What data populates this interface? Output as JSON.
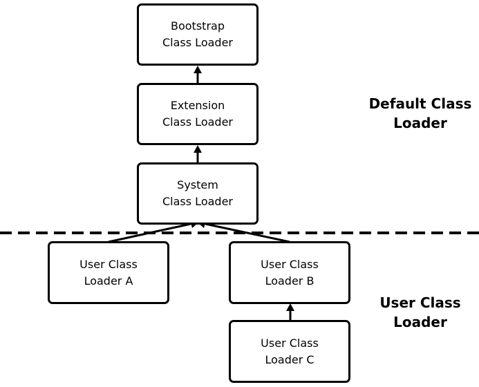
{
  "diagram": {
    "boxes": {
      "bootstrap": {
        "line1": "Bootstrap",
        "line2": "Class Loader"
      },
      "extension": {
        "line1": "Extension",
        "line2": "Class Loader"
      },
      "system": {
        "line1": "System",
        "line2": "Class Loader"
      },
      "user_a": {
        "line1": "User Class",
        "line2": "Loader A"
      },
      "user_b": {
        "line1": "User Class",
        "line2": "Loader B"
      },
      "user_c": {
        "line1": "User Class",
        "line2": "Loader C"
      }
    },
    "groups": {
      "default": {
        "line1": "Default Class",
        "line2": "Loader"
      },
      "user": {
        "line1": "User Class",
        "line2": "Loader"
      }
    },
    "colors": {
      "stroke": "#000000",
      "background": "#ffffff"
    }
  }
}
